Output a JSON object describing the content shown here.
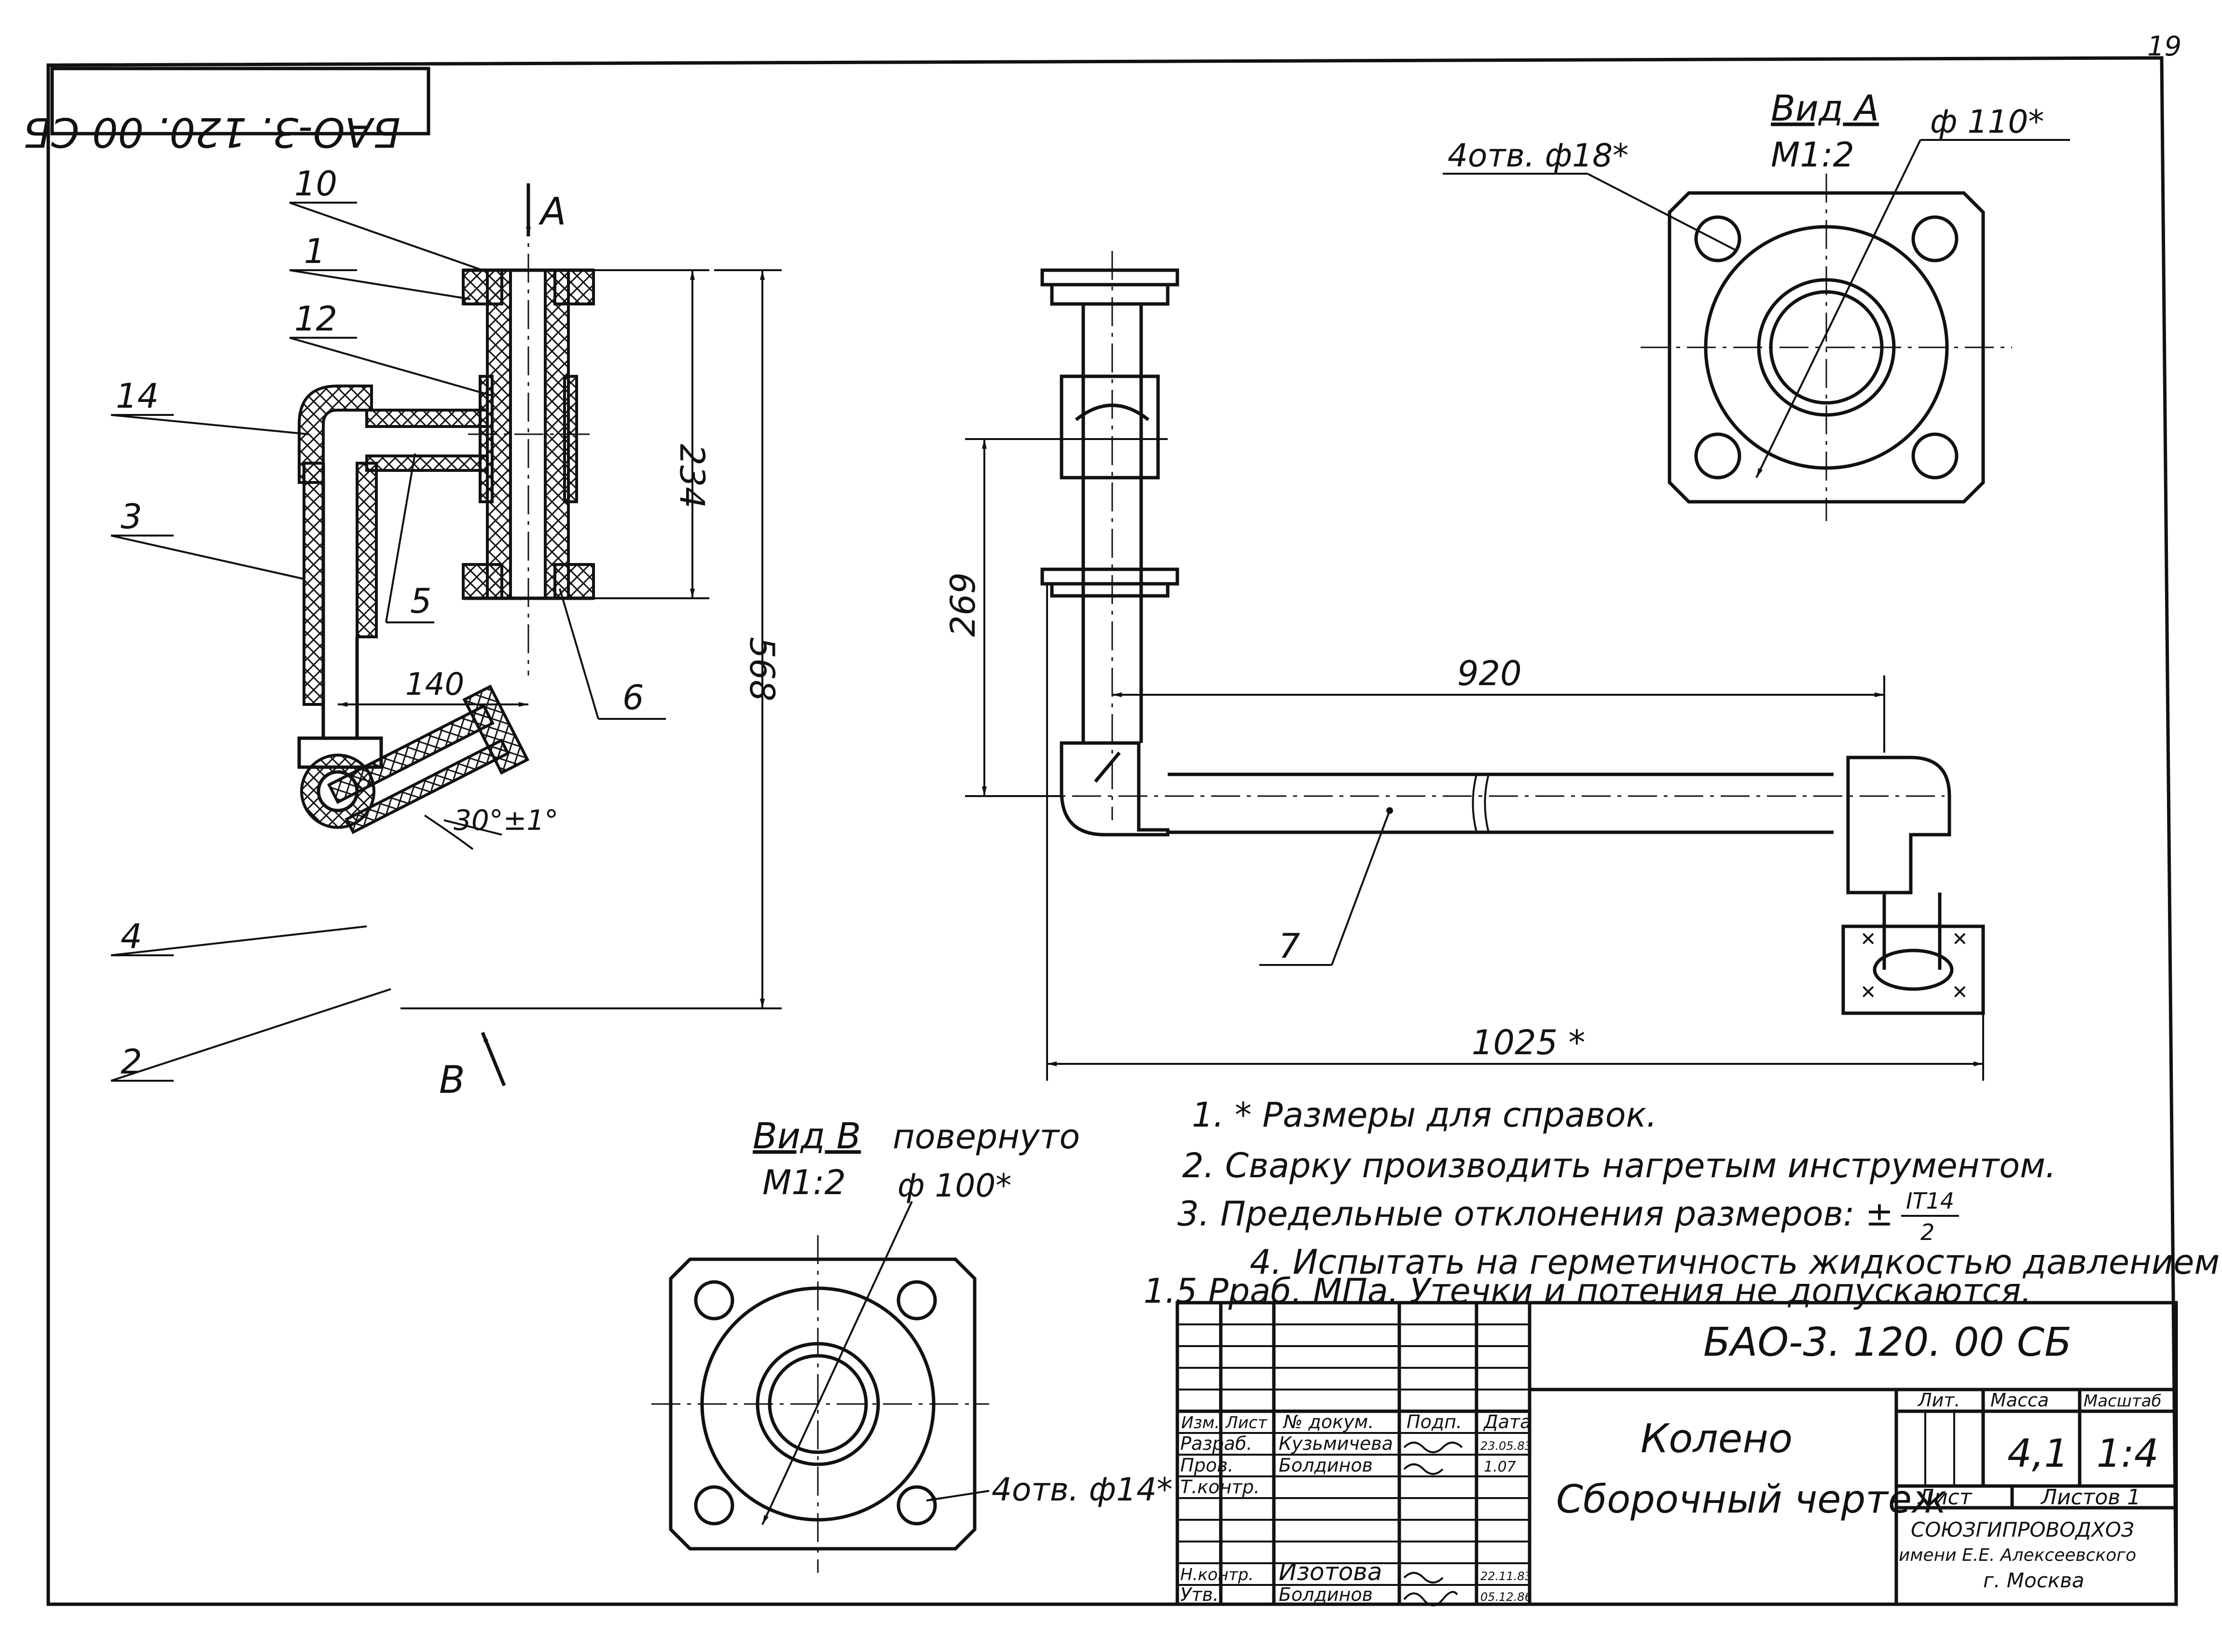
{
  "sheet": {
    "page_number": "19",
    "stamp_code": "БАО-3. 120. 00 СБ"
  },
  "section_view": {
    "view_label": "А",
    "view_label_b": "В",
    "leaders": [
      "10",
      "1",
      "12",
      "14",
      "3",
      "5",
      "6",
      "4",
      "2"
    ],
    "dims": {
      "d234": "234",
      "d568": "568",
      "d140": "140",
      "angle": "30°±1°"
    }
  },
  "front_view": {
    "dims": {
      "d269": "269",
      "d920": "920",
      "d1025": "1025 *"
    },
    "leader_7": "7"
  },
  "view_a": {
    "title": "Вид А",
    "scale": "М1:2",
    "holes": "4отв. ф18*",
    "diameter": "ф 110*"
  },
  "view_b": {
    "title": "Вид В",
    "rotated": "повернуто",
    "scale": "М1:2",
    "diameter": "ф 100*",
    "holes": "4отв. ф14*"
  },
  "notes": {
    "n1": "1. * Размеры для справок.",
    "n2": "2. Сварку производить нагретым инструментом.",
    "n3": "3. Предельные отклонения размеров: ±",
    "n3_frac_top": "IT14",
    "n3_frac_bot": "2",
    "n4a": "4. Испытать на герметичность жидкостью давлением",
    "n4b": "1.5 Рраб. МПа. Утечки и потения не допускаются."
  },
  "title_block": {
    "code": "БАО-3. 120. 00 СБ",
    "name": "Колено",
    "doc_type": "Сборочный чертеж",
    "headers": {
      "izm": "Изм.",
      "list": "Лист",
      "doc_no": "№ докум.",
      "sign": "Подп.",
      "date": "Дата"
    },
    "rows": [
      {
        "role": "Разраб.",
        "name": "Кузьмичева",
        "sign": "",
        "date": "23.05.83"
      },
      {
        "role": "Пров.",
        "name": "Болдинов",
        "sign": "",
        "date": "1.07"
      },
      {
        "role": "Т.контр.",
        "name": "",
        "sign": "",
        "date": ""
      },
      {
        "role": "Н.контр.",
        "name": "Изотова",
        "sign": "",
        "date": "22.11.83"
      },
      {
        "role": "Утв.",
        "name": "Болдинов",
        "sign": "",
        "date": "05.12.86"
      }
    ],
    "lit_label": "Лит.",
    "mass_label": "Масса",
    "scale_label": "Масштаб",
    "mass": "4,1",
    "scale": "1:4",
    "sheet_label": "Лист",
    "sheets_label": "Листов 1",
    "org_line1": "СОЮЗГИПРОВОДХОЗ",
    "org_line2": "имени Е.Е. Алексеевского",
    "org_line3": "г. Москва"
  }
}
